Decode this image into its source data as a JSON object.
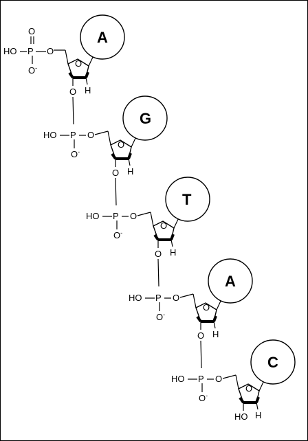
{
  "diagram": {
    "labels": {
      "phosphorus": "P",
      "oxygen": "O",
      "hydrogen": "H",
      "hydroxyl": "HO",
      "oxygen_minus": "O-"
    },
    "nucleotides": [
      {
        "base": "A",
        "three_prime": "O"
      },
      {
        "base": "G",
        "three_prime": "O"
      },
      {
        "base": "T",
        "three_prime": "O"
      },
      {
        "base": "A",
        "three_prime": "O"
      },
      {
        "base": "C",
        "three_prime": "HO"
      }
    ]
  }
}
